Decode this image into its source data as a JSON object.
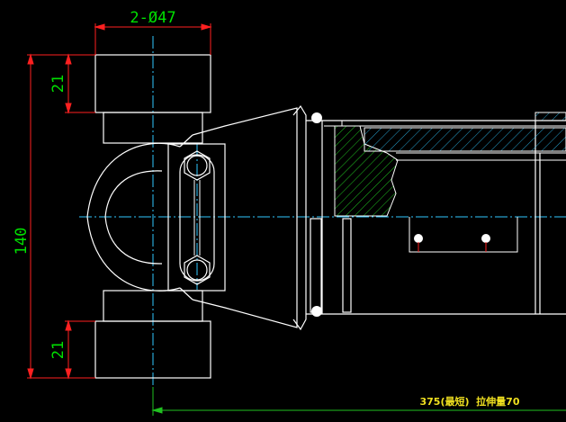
{
  "dimensions": {
    "top_diameter": "2-Ø47",
    "upper_flange": "21",
    "overall_height": "140",
    "lower_flange": "21"
  },
  "bottom_note": "375(最短)  拉伸量70",
  "colors": {
    "background": "#000000",
    "outline": "#ffffff",
    "centerline": "#30c8ff",
    "dimension_line": "#ff2020",
    "dimension_text": "#00e000",
    "note_text": "#f0e020",
    "hatch": "#20c020",
    "hatch_blue": "#30c8ff"
  },
  "icons": [
    "bolt-head-icon",
    "bolt-head-icon",
    "screw-icon",
    "screw-icon"
  ]
}
